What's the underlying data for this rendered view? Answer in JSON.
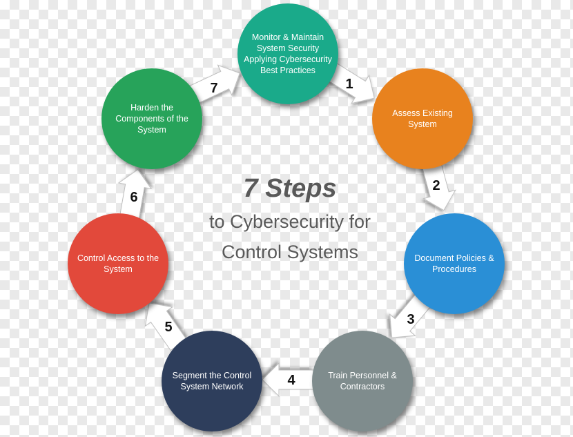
{
  "title": {
    "line1": "7 Steps",
    "line2": "to Cybersecurity for",
    "line3": "Control Systems"
  },
  "steps": [
    {
      "label": "Monitor & Maintain System Security Applying Cybersecurity Best Practices",
      "color": "#1aaa8a"
    },
    {
      "label": "Assess Existing System",
      "color": "#e8821e"
    },
    {
      "label": "Document Policies & Procedures",
      "color": "#2a8fd6"
    },
    {
      "label": "Train Personnel & Contractors",
      "color": "#7f8c8d"
    },
    {
      "label": "Segment the Control System Network",
      "color": "#2e3e5c"
    },
    {
      "label": "Control Access to the System",
      "color": "#e2493b"
    },
    {
      "label": "Harden the Components of the System",
      "color": "#27a35a"
    }
  ],
  "arrows": [
    "1",
    "2",
    "3",
    "4",
    "5",
    "6",
    "7"
  ]
}
